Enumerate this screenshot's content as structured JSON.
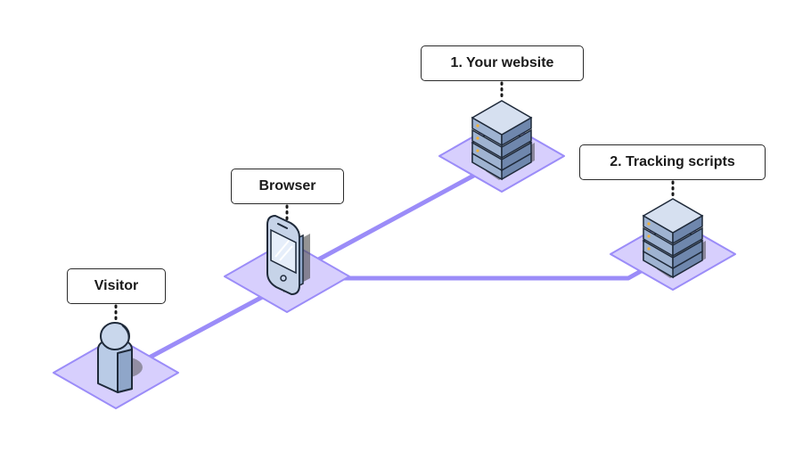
{
  "diagram": {
    "nodes": [
      {
        "id": "visitor",
        "label": "Visitor",
        "icon": "person-icon"
      },
      {
        "id": "browser",
        "label": "Browser",
        "icon": "smartphone-icon"
      },
      {
        "id": "website",
        "label": "1. Your website",
        "icon": "server-icon"
      },
      {
        "id": "tracking",
        "label": "2. Tracking scripts",
        "icon": "server-icon"
      }
    ],
    "edges": [
      {
        "from": "visitor",
        "to": "browser"
      },
      {
        "from": "browser",
        "to": "website"
      },
      {
        "from": "browser",
        "to": "tracking"
      }
    ]
  },
  "colors": {
    "connector": "#9b8cf8",
    "platform_fill": "#d7cffd",
    "platform_stroke": "#9b8cf8",
    "server_top": "#d6e0f0",
    "server_left": "#9fb3d1",
    "server_right": "#6f87ad",
    "person": "#b9cbe6",
    "outline": "#1f2a3a"
  }
}
